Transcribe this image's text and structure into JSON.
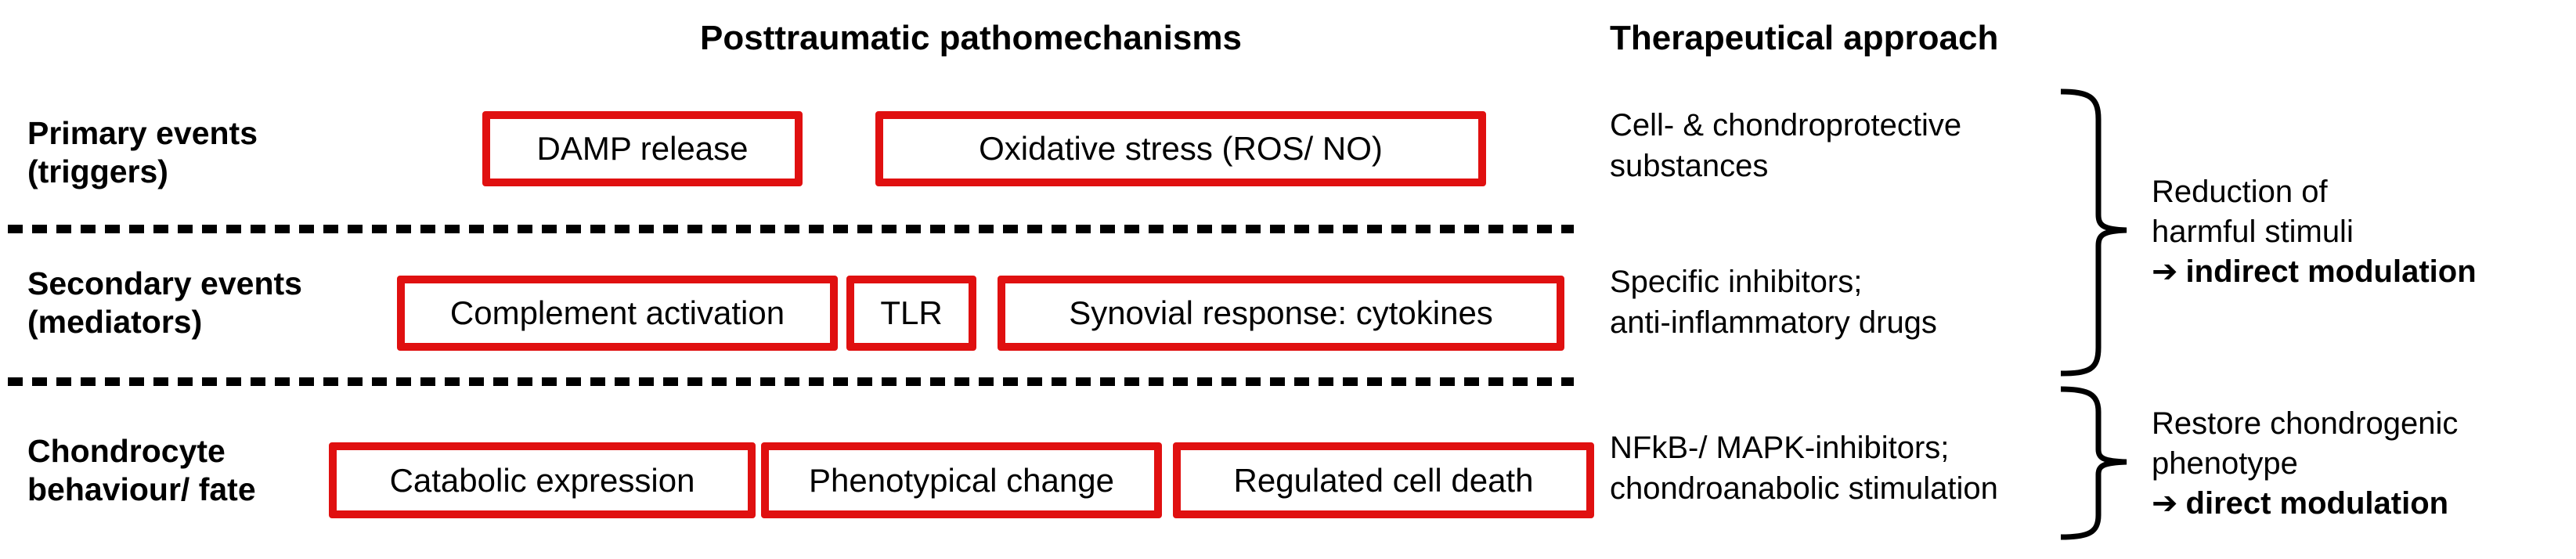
{
  "colors": {
    "box_border": "#e01010",
    "text": "#000000"
  },
  "headers": {
    "pathomechanisms": "Posttraumatic pathomechanisms",
    "therapy": "Therapeutical approach"
  },
  "rows": [
    {
      "label_line1": "Primary events",
      "label_line2": "(triggers)",
      "boxes": [
        "DAMP release",
        "Oxidative stress (ROS/ NO)"
      ],
      "therapy_line1": "Cell- & chondroprotective",
      "therapy_line2": "substances"
    },
    {
      "label_line1": "Secondary events",
      "label_line2": "(mediators)",
      "boxes": [
        "Complement activation",
        "TLR",
        "Synovial response: cytokines"
      ],
      "therapy_line1": "Specific inhibitors;",
      "therapy_line2": "anti-inflammatory drugs"
    },
    {
      "label_line1": "Chondrocyte",
      "label_line2": "behaviour/ fate",
      "boxes": [
        "Catabolic expression",
        "Phenotypical change",
        "Regulated cell death"
      ],
      "therapy_line1": "NFkB-/ MAPK-inhibitors;",
      "therapy_line2": "chondroanabolic stimulation"
    }
  ],
  "outcomes": [
    {
      "line1": "Reduction of",
      "line2": "harmful stimuli",
      "arrow": "➔",
      "bold": "indirect modulation"
    },
    {
      "line1": "Restore chondrogenic",
      "line2": "phenotype",
      "arrow": "➔",
      "bold": "direct modulation"
    }
  ]
}
